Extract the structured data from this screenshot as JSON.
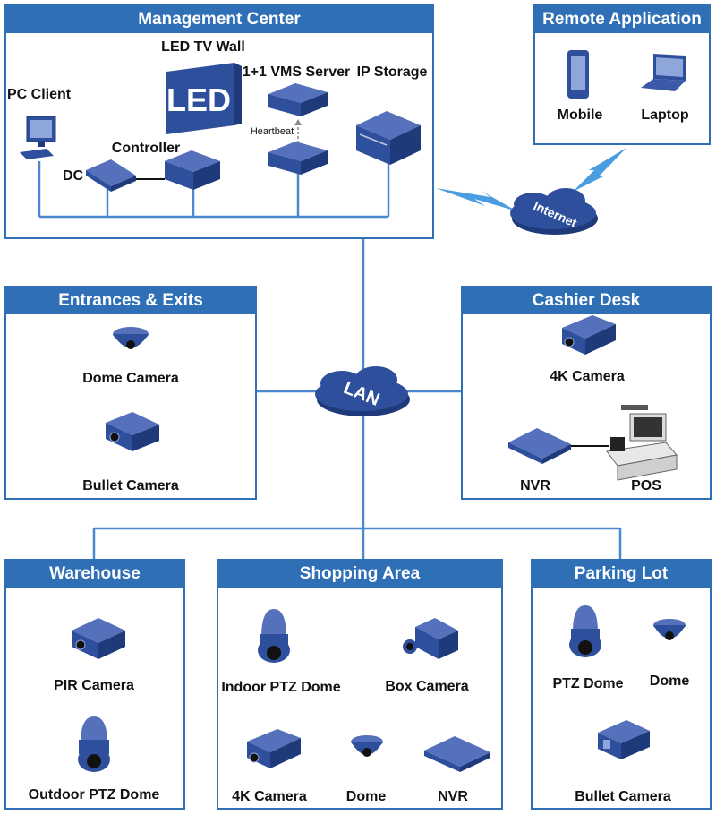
{
  "panels": {
    "management": {
      "title": "Management Center"
    },
    "remote": {
      "title": "Remote Application"
    },
    "entrances": {
      "title": "Entrances & Exits"
    },
    "cashier": {
      "title": "Cashier Desk"
    },
    "warehouse": {
      "title": "Warehouse"
    },
    "shopping": {
      "title": "Shopping Area"
    },
    "parking": {
      "title": "Parking  Lot"
    }
  },
  "management": {
    "led_tv_wall": "LED TV Wall",
    "led_screen_text": "LED",
    "vms_server": "1+1 VMS Server",
    "ip_storage": "IP Storage",
    "pc_client": "PC Client",
    "controller": "Controller",
    "dc": "DC",
    "heartbeat": "Heartbeat"
  },
  "remote": {
    "mobile": "Mobile",
    "laptop": "Laptop"
  },
  "clouds": {
    "internet": "Internet",
    "lan": "LAN"
  },
  "entrances": {
    "dome_camera": "Dome Camera",
    "bullet_camera": "Bullet Camera"
  },
  "cashier": {
    "camera_4k": "4K Camera",
    "nvr": "NVR",
    "pos": "POS"
  },
  "warehouse": {
    "pir_camera": "PIR Camera",
    "outdoor_ptz": "Outdoor PTZ Dome"
  },
  "shopping": {
    "indoor_ptz": "Indoor PTZ Dome",
    "box_camera": "Box Camera",
    "camera_4k": "4K Camera",
    "dome": "Dome",
    "nvr": "NVR"
  },
  "parking": {
    "ptz_dome": "PTZ Dome",
    "dome": "Dome",
    "bullet_camera": "Bullet Camera"
  },
  "colors": {
    "accent": "#2f6fb6",
    "device": "#2e4f9c",
    "device_light": "#5571bb",
    "link": "#4a89cf"
  }
}
